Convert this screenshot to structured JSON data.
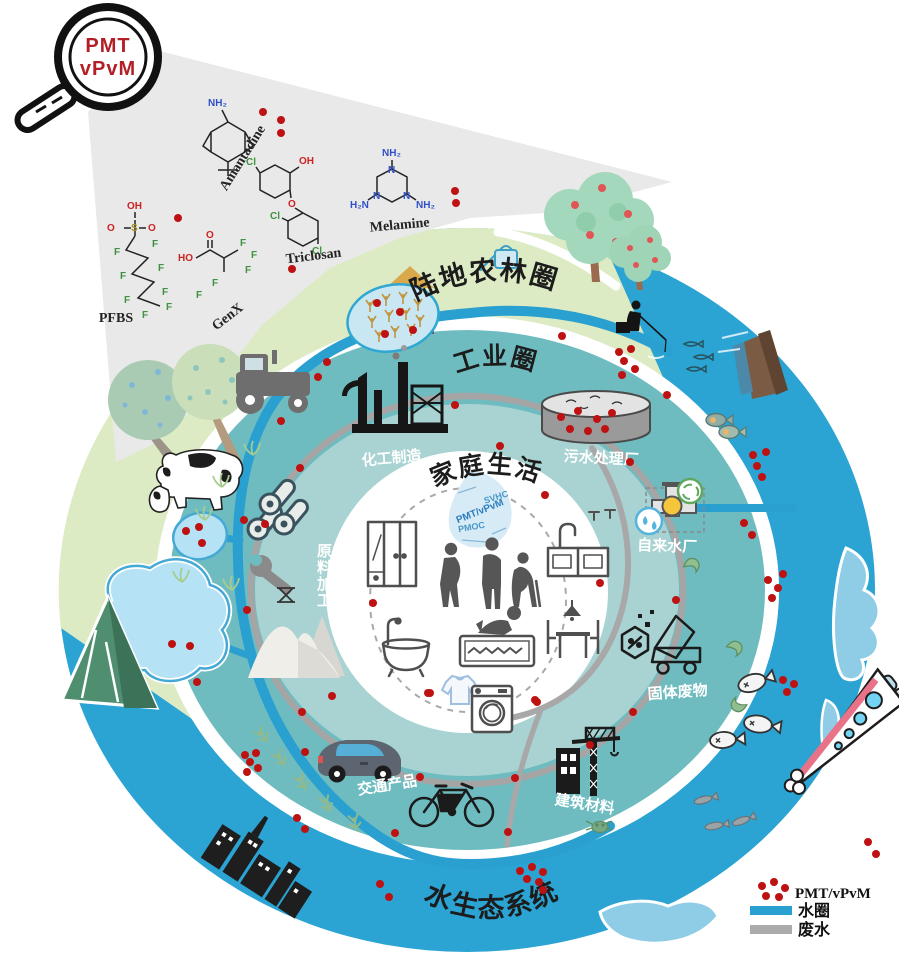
{
  "magnifier": {
    "line1": "PMT",
    "line2": "vPvM"
  },
  "structures": {
    "pfbs": {
      "label": "PFBS",
      "atoms": [
        "OH",
        "O",
        "S",
        "O",
        "F",
        "F",
        "F",
        "F",
        "F",
        "F",
        "F",
        "F"
      ]
    },
    "genx": {
      "label": "GenX",
      "atoms": [
        "O",
        "HO",
        "F",
        "F",
        "F",
        "F",
        "F"
      ]
    },
    "amantadine": {
      "label": "Amantadine",
      "atoms": [
        "NH₂"
      ]
    },
    "triclosan": {
      "label": "Triclosan",
      "atoms": [
        "OH",
        "O",
        "Cl",
        "Cl",
        "Cl"
      ]
    },
    "melamine": {
      "label": "Melamine",
      "atoms": [
        "NH₂",
        "N",
        "N",
        "N",
        "H₂N",
        "NH₂"
      ]
    }
  },
  "rings": {
    "terrestrial": "陆地农林圈",
    "industrial": "工业圈",
    "household": "家庭生活",
    "aquatic": "水生态系统"
  },
  "facilities": {
    "chemical_manufacturing": "化工制造",
    "wastewater_plant": "污水处理厂",
    "drinking_water_plant": "自来水厂",
    "solid_waste": "固体废物",
    "building_materials": "建筑材料",
    "transport_products": "交通产品",
    "raw_material_processing": "原料加工"
  },
  "wordcloud": {
    "words": [
      "SVHC",
      "PMT/vPvM",
      "PMOC"
    ]
  },
  "legend": {
    "pmt": "PMT/vPvM",
    "hydrosphere": "水圈",
    "wastewater": "废水"
  },
  "colors": {
    "ocean": "#2BA4D4",
    "hydro_line": "#2AA0D1",
    "green_ring": "#DCEBC4",
    "industry_ring": "#6FBCC0",
    "inner_ring": "#A8D3D2",
    "wedge": "#E9E9E9",
    "wastewater_line": "#A5A5A5",
    "dot": "#BE1212"
  },
  "pmt_dots": [
    [
      263,
      112
    ],
    [
      281,
      120
    ],
    [
      281,
      133
    ],
    [
      178,
      218
    ],
    [
      292,
      269
    ],
    [
      455,
      191
    ],
    [
      456,
      203
    ],
    [
      377,
      303
    ],
    [
      400,
      312
    ],
    [
      413,
      330
    ],
    [
      385,
      334
    ],
    [
      186,
      531
    ],
    [
      199,
      527
    ],
    [
      202,
      543
    ],
    [
      172,
      644
    ],
    [
      190,
      646
    ],
    [
      197,
      682
    ],
    [
      562,
      336
    ],
    [
      327,
      362
    ],
    [
      318,
      377
    ],
    [
      281,
      421
    ],
    [
      244,
      520
    ],
    [
      247,
      610
    ],
    [
      305,
      752
    ],
    [
      395,
      833
    ],
    [
      300,
      468
    ],
    [
      455,
      405
    ],
    [
      630,
      462
    ],
    [
      676,
      600
    ],
    [
      590,
      745
    ],
    [
      420,
      777
    ],
    [
      302,
      712
    ],
    [
      265,
      524
    ],
    [
      561,
      417
    ],
    [
      578,
      411
    ],
    [
      597,
      419
    ],
    [
      612,
      413
    ],
    [
      570,
      429
    ],
    [
      588,
      431
    ],
    [
      605,
      429
    ],
    [
      373,
      603
    ],
    [
      600,
      583
    ],
    [
      428,
      693
    ],
    [
      535,
      700
    ],
    [
      500,
      446
    ],
    [
      515,
      778
    ],
    [
      508,
      832
    ],
    [
      545,
      495
    ],
    [
      332,
      696
    ],
    [
      430,
      693
    ],
    [
      537,
      702
    ],
    [
      633,
      712
    ],
    [
      619,
      352
    ],
    [
      631,
      349
    ],
    [
      624,
      361
    ],
    [
      635,
      369
    ],
    [
      622,
      375
    ],
    [
      753,
      455
    ],
    [
      766,
      452
    ],
    [
      757,
      466
    ],
    [
      762,
      477
    ],
    [
      744,
      523
    ],
    [
      752,
      535
    ],
    [
      768,
      580
    ],
    [
      778,
      588
    ],
    [
      772,
      598
    ],
    [
      783,
      574
    ],
    [
      783,
      680
    ],
    [
      794,
      684
    ],
    [
      787,
      692
    ],
    [
      245,
      755
    ],
    [
      256,
      753
    ],
    [
      250,
      762
    ],
    [
      258,
      768
    ],
    [
      247,
      772
    ],
    [
      520,
      871
    ],
    [
      532,
      867
    ],
    [
      543,
      872
    ],
    [
      527,
      879
    ],
    [
      539,
      882
    ],
    [
      543,
      890
    ],
    [
      380,
      884
    ],
    [
      389,
      897
    ],
    [
      667,
      395
    ],
    [
      868,
      842
    ],
    [
      876,
      854
    ],
    [
      297,
      818
    ],
    [
      305,
      829
    ],
    [
      762,
      886
    ],
    [
      774,
      882
    ],
    [
      785,
      888
    ],
    [
      766,
      896
    ],
    [
      779,
      897
    ]
  ]
}
